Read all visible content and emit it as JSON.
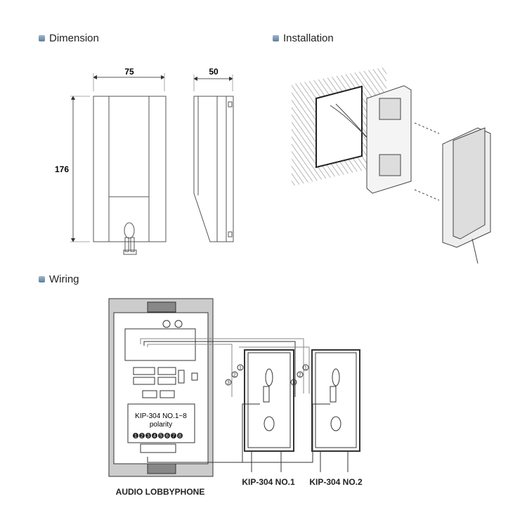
{
  "sections": {
    "dimension": "Dimension",
    "installation": "Installation",
    "wiring": "Wiring"
  },
  "dimension": {
    "width": "75",
    "depth": "50",
    "height": "176"
  },
  "wiring": {
    "polarity_title": "KIP-304 NO.1~8",
    "polarity_sub": "polarity",
    "terminals": [
      "1",
      "2",
      "3",
      "4",
      "5",
      "6",
      "7",
      "8"
    ],
    "wire_numbers": [
      "1",
      "2",
      "3"
    ],
    "lobbyphone_label": "AUDIO LOBBYPHONE",
    "unit1_label": "KIP-304 NO.1",
    "unit2_label": "KIP-304 NO.2"
  }
}
